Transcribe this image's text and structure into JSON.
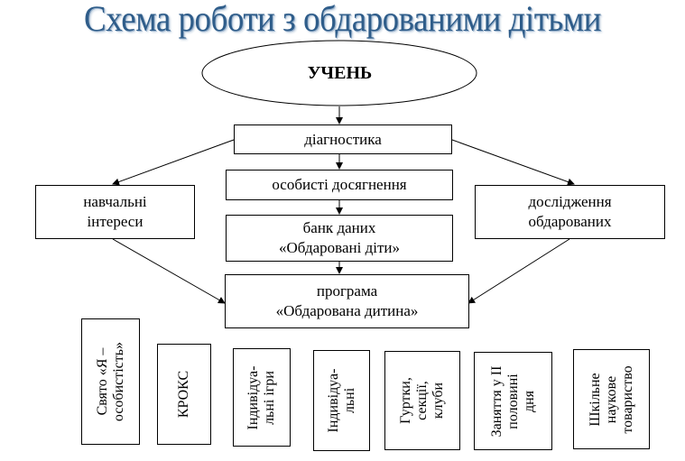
{
  "title": "Схема роботи з обдарованими дітьми",
  "nodes": {
    "student": "УЧЕНЬ",
    "diagnostics": "діагностика",
    "achievements": "особисті досягнення",
    "learning_interests": [
      "навчальні",
      "інтереси"
    ],
    "research": [
      "дослідження",
      "обдарованих"
    ],
    "databank": [
      "банк даних",
      "«Обдаровані діти»"
    ],
    "program": [
      "програма",
      "«Обдарована дитина»"
    ]
  },
  "activities": [
    [
      "Свято «Я –",
      "особистість»"
    ],
    [
      "КРОКС"
    ],
    [
      "Індивідуа-",
      "льні ігри"
    ],
    [
      "Індивідуа-",
      "льні"
    ],
    [
      "Гуртки,",
      "секції,",
      "клуби"
    ],
    [
      "Заняття у ІІ",
      "половині",
      "дня"
    ],
    [
      "Шкільне",
      "наукове",
      "товариство"
    ]
  ]
}
